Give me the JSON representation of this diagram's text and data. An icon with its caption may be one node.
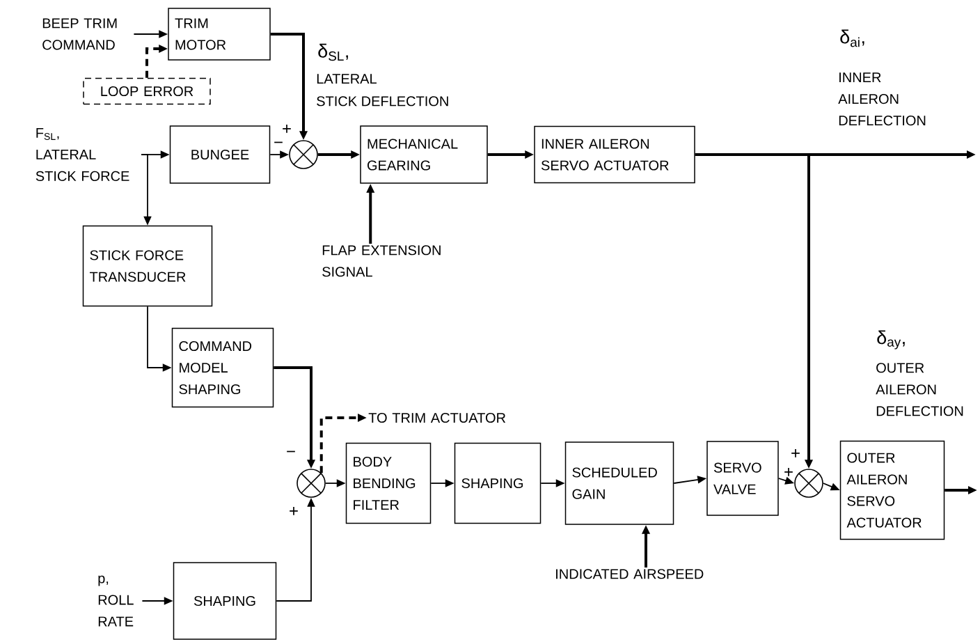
{
  "diagram": {
    "nodes": [
      {
        "text": [
          "BEEP TRIM COMMAND"
        ]
      },
      {
        "text": [
          "TRIM MOTOR"
        ]
      },
      {
        "text": [
          "LOOP ERROR"
        ]
      },
      {
        "text": [
          "F$_{SL}$,",
          "LATERAL STICK FORCE"
        ]
      },
      {
        "text": [
          "BUNGEE"
        ]
      },
      {
        "text": [],
        "shape": "circle"
      },
      {
        "text": [
          "MECHANICAL GEARING"
        ]
      },
      {
        "text": [
          "FLAP EXTENSION SIGNAL"
        ]
      },
      {
        "text": [
          "INNER AILERON SERVO ACTUATOR"
        ]
      },
      {
        "text": [
          "STICK FORCE TRANSDUCER"
        ]
      },
      {
        "text": [
          "COMMAND MODEL SHAPING"
        ]
      },
      {
        "text": [],
        "shape": "circle"
      },
      {
        "text": [
          "TO TRIM ACTUATOR"
        ]
      },
      {
        "text": [
          "BODY BENDING FILTER"
        ]
      },
      {
        "text": [
          "SHAPING"
        ]
      },
      {
        "text": [
          "SCHEDULED GAIN"
        ]
      },
      {
        "text": [
          "SERVO VALVE"
        ]
      },
      {
        "text": [],
        "shape": "circle"
      },
      {
        "text": [
          "OUTER AILERON SERVO ACTUATOR"
        ]
      },
      {
        "text": [
          "INDICATED AIRSPEED"
        ]
      },
      {
        "text": [
          "p, ROLL RATE"
        ]
      },
      {
        "text": [
          "SHAPING"
        ]
      }
    ],
    "edges": [
      {
        "from": 0,
        "to": 1,
        "arrow": "to"
      },
      {
        "from": 2,
        "to": 1,
        "arrow": "to",
        "style": "dashed"
      },
      {
        "from": 1,
        "to": 5,
        "arrow": "to",
        "style": "thick"
      },
      {
        "from": 3,
        "to": 4,
        "arrow": "to"
      },
      {
        "from": 4,
        "to": 5,
        "arrow": "to"
      },
      {
        "from": 5,
        "to": 6,
        "arrow": "to",
        "style": "thick"
      },
      {
        "from": 7,
        "to": 6,
        "arrow": "to",
        "style": "thick"
      },
      {
        "from": 6,
        "to": 8,
        "arrow": "to",
        "style": "thick"
      },
      {
        "from": 8,
        "to": null,
        "arrow": "to",
        "style": "thick"
      },
      {
        "from": 8,
        "to": 17,
        "arrow": "to",
        "style": "thick"
      },
      {
        "from": 3,
        "to": 9,
        "arrow": "to"
      },
      {
        "from": 9,
        "to": 10,
        "arrow": "to"
      },
      {
        "from": 10,
        "to": 11,
        "arrow": "to",
        "style": "thick"
      },
      {
        "from": 21,
        "to": 11,
        "arrow": "to"
      },
      {
        "from": 11,
        "to": 13,
        "arrow": "to"
      },
      {
        "from": 11,
        "to": 12,
        "arrow": "to",
        "style": "dashed"
      },
      {
        "from": 13,
        "to": 14,
        "arrow": "to"
      },
      {
        "from": 14,
        "to": 15,
        "arrow": "to"
      },
      {
        "from": 15,
        "to": 16,
        "arrow": "to"
      },
      {
        "from": 16,
        "to": 17,
        "arrow": "to"
      },
      {
        "from": 19,
        "to": 15,
        "arrow": "to",
        "style": "thick"
      },
      {
        "from": 17,
        "to": 18,
        "arrow": "to"
      },
      {
        "from": 18,
        "to": null,
        "arrow": "to",
        "style": "thick"
      },
      {
        "from": 20,
        "to": 21,
        "arrow": "to"
      }
    ],
    "labels": [
      "δ$_{ai}$,",
      "INNER AILERON DEFLECTION",
      "δ$_{SL}$,",
      "LATERAL",
      "STICK DEFLECTION",
      "+",
      "−",
      "δ$_{ay}$,",
      "OUTER AILERON DEFLECTION",
      "−",
      "+",
      "+",
      "+"
    ]
  }
}
